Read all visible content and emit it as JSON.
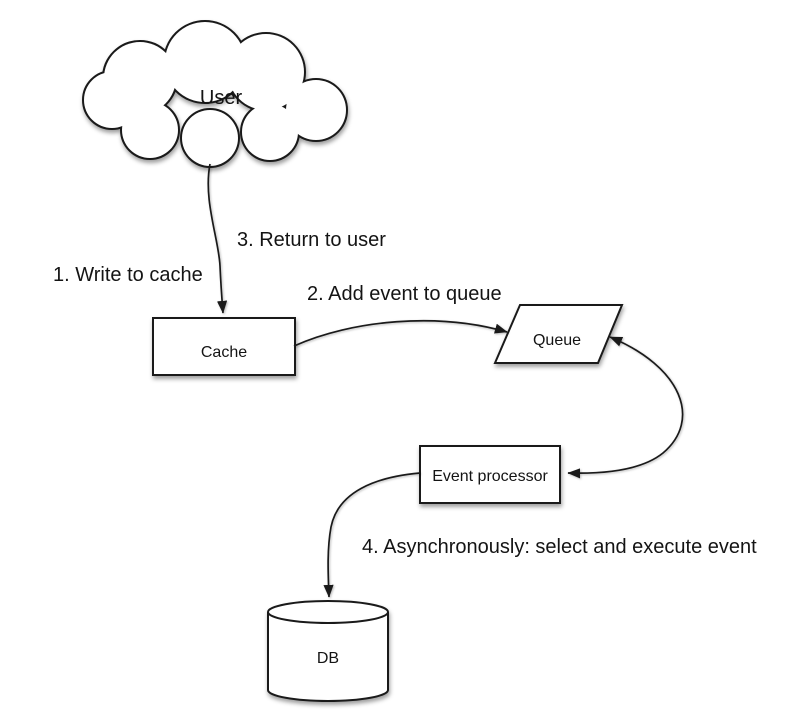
{
  "diagram": {
    "nodes": {
      "user": {
        "label": "User",
        "shape": "cloud"
      },
      "cache": {
        "label": "Cache",
        "shape": "rectangle"
      },
      "queue": {
        "label": "Queue",
        "shape": "parallelogram"
      },
      "event_processor": {
        "label": "Event processor",
        "shape": "rectangle"
      },
      "db": {
        "label": "DB",
        "shape": "cylinder"
      }
    },
    "edges": [
      {
        "from": "User",
        "to": "Cache",
        "arrows": "to",
        "labels": [
          "1. Write to cache",
          "3. Return to user"
        ]
      },
      {
        "from": "Cache",
        "to": "Queue",
        "arrows": "to",
        "labels": [
          "2. Add event to queue"
        ]
      },
      {
        "from": "Queue",
        "to": "Event processor",
        "arrows": "both",
        "labels": []
      },
      {
        "from": "Event processor",
        "to": "DB",
        "arrows": "to",
        "labels": [
          "4. Asynchronously: select and execute event"
        ]
      }
    ],
    "colors": {
      "background": "#ffffff",
      "shape_fill": "#ffffff",
      "stroke": "#1a1a1a",
      "text": "#141414"
    }
  }
}
